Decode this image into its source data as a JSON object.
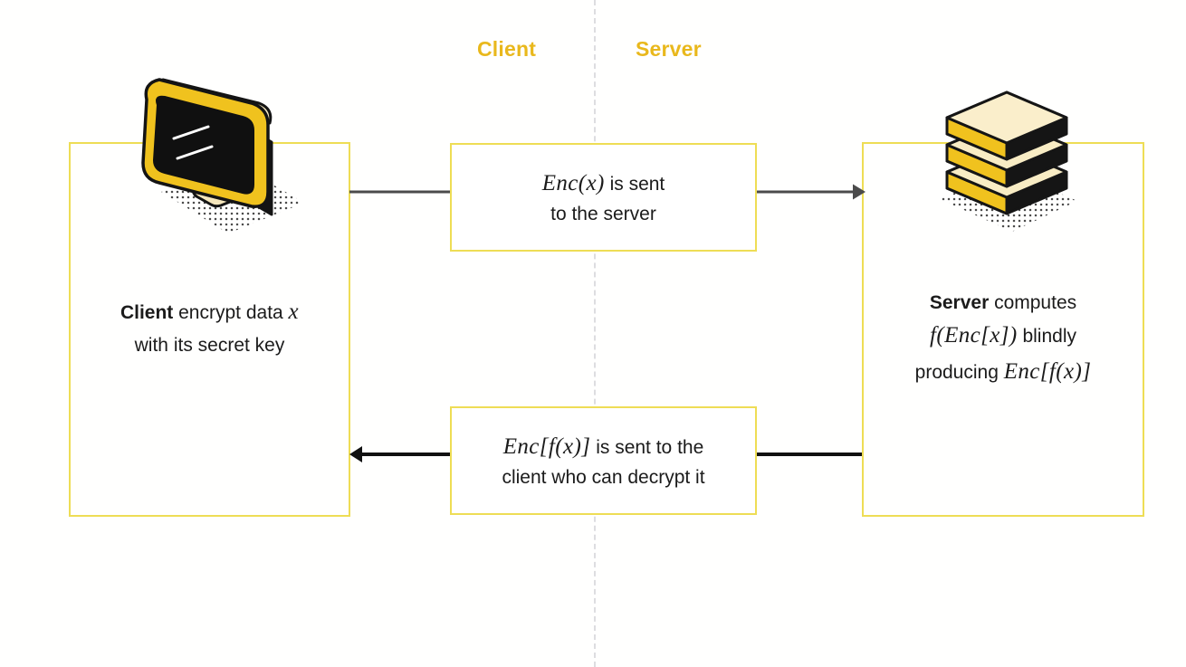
{
  "diagram": {
    "title": "Homomorphic encryption client-server flow",
    "divider": {
      "name": "client-server-divider",
      "style": "dashed",
      "color": "#dddde0"
    },
    "accent_color": "#eedd55",
    "heading_color": "#e9b81c",
    "text_color": "#1b1b1b"
  },
  "headers": {
    "client": "Client",
    "server": "Server"
  },
  "client_panel": {
    "icon": "computer-monitor-icon",
    "line1_bold": "Client",
    "line1_rest": " encrypt data ",
    "line1_math": "x",
    "line2": "with its secret key"
  },
  "server_panel": {
    "icon": "server-stack-icon",
    "line1_bold": "Server",
    "line1_rest": " computes",
    "line2_math": "f(Enc[x])",
    "line2_rest": " blindly",
    "line3_rest": "producing ",
    "line3_math": "Enc[f(x)]"
  },
  "messages": {
    "to_server": {
      "math": "Enc(x)",
      "line1_rest": "  is sent",
      "line2": "to the server"
    },
    "to_client": {
      "math": "Enc[f(x)]",
      "line1_rest": " is sent to the",
      "line2": "client who can decrypt it"
    }
  },
  "arrows": {
    "to_server": {
      "name": "arrow-client-to-server",
      "direction": "right",
      "color": "#4b4b4b"
    },
    "to_client": {
      "name": "arrow-server-to-client",
      "direction": "left",
      "color": "#111111"
    }
  }
}
